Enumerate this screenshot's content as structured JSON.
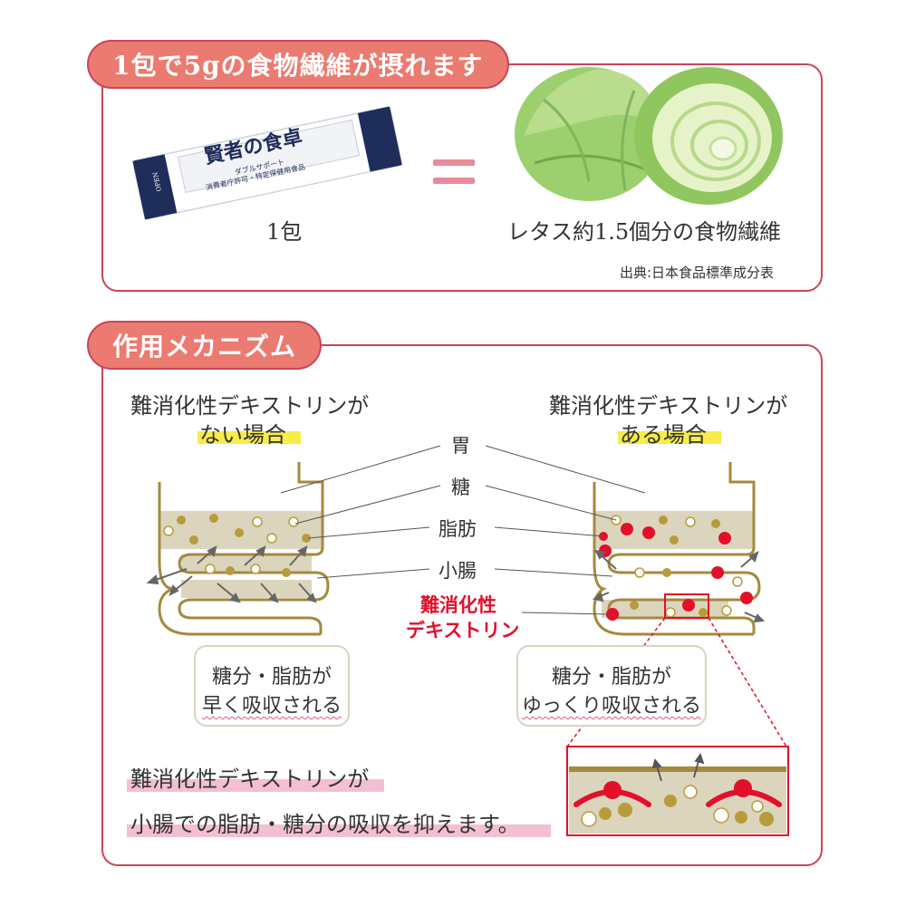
{
  "section1": {
    "tab": "1包で5gの食物繊維が摂れます",
    "package": {
      "brand": "賢者の食卓",
      "sub": "ダブルサポート",
      "note": "消費者庁許可・特定保健用食品",
      "open": "OPEN"
    },
    "left_caption": "1包",
    "equals": "=",
    "right_caption": "レタス約1.5個分の食物繊維",
    "source": "出典:日本食品標準成分表"
  },
  "section2": {
    "tab": "作用メカニズム",
    "left_title_1": "難消化性デキストリンが",
    "left_title_2": "ない場合",
    "right_title_1": "難消化性デキストリンが",
    "right_title_2": "ある場合",
    "labels": {
      "stomach": "胃",
      "sugar": "糖",
      "fat": "脂肪",
      "intestine": "小腸",
      "dextrin_1": "難消化性",
      "dextrin_2": "デキストリン"
    },
    "left_bubble_1": "糖分・脂肪が",
    "left_bubble_2": "早く吸収される",
    "right_bubble_1": "糖分・脂肪が",
    "right_bubble_2": "ゆっくり吸収される",
    "conclusion_1": "難消化性デキストリンが",
    "conclusion_2": "小腸での脂肪・糖分の吸収を抑えます。"
  },
  "colors": {
    "accent": "#c9455a",
    "tab": "#eb7a70",
    "dextrin": "#e3102a",
    "fat": "#b89b3a",
    "gut_fill": "#dcd5bd",
    "equals": "#e98a9a"
  }
}
